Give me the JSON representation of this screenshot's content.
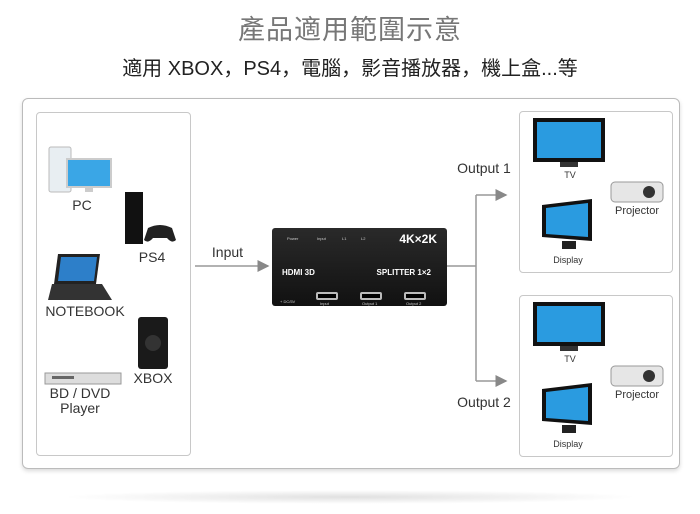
{
  "header": {
    "title": "產品適用範圍示意",
    "subtitle": "適用 XBOX，PS4，電腦，影音播放器，機上盒...等"
  },
  "sources": [
    {
      "label": "PC"
    },
    {
      "label": "PS4"
    },
    {
      "label": "NOTEBOOK"
    },
    {
      "label": "XBOX"
    },
    {
      "label": "BD / DVD Player"
    }
  ],
  "input_label": "Input",
  "splitter": {
    "power": "Power",
    "input": "Input",
    "l1": "L1",
    "l2": "L2",
    "resolution": "4K×2K",
    "brand": "HDMI 3D",
    "model": "SPLITTER 1×2",
    "dc": "+ DC/5V",
    "port_input": "Input",
    "port_out1": "Output 1",
    "port_out2": "Output 2"
  },
  "outputs": [
    {
      "label": "Output 1",
      "tv": "TV",
      "projector": "Projector",
      "display": "Display"
    },
    {
      "label": "Output 2",
      "tv": "TV",
      "projector": "Projector",
      "display": "Display"
    }
  ]
}
